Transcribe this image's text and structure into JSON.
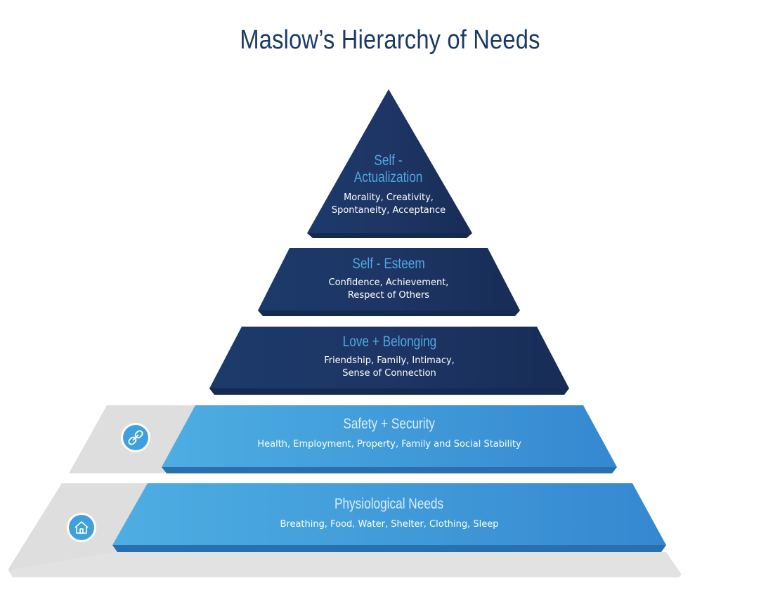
{
  "title": "Maslow’s Hierarchy of Needs",
  "levels": [
    {
      "title_line1": "Self -",
      "title_line2": "Actualization",
      "desc_line1": "Morality, Creativity,",
      "desc_line2": "Spontaneity, Acceptance"
    },
    {
      "title": "Self - Esteem",
      "desc_line1": "Confidence, Achievement,",
      "desc_line2": "Respect of Others"
    },
    {
      "title": "Love + Belonging",
      "desc_line1": "Friendship, Family, Intimacy,",
      "desc_line2": "Sense of Connection"
    },
    {
      "title": "Safety + Security",
      "desc_line1": "Health, Employment, Property, Family and Social Stability",
      "icon": "link-icon"
    },
    {
      "title": "Physiological Needs",
      "desc_line1": "Breathing, Food, Water, Shelter, Clothing, Sleep",
      "icon": "home-icon"
    }
  ],
  "colors": {
    "title": "#1b3a66",
    "dark_tier": "#1c3563",
    "light_tier": "#3d9ee0",
    "accent_text": "#4fa8e0",
    "shadow_band": "#dedede"
  }
}
